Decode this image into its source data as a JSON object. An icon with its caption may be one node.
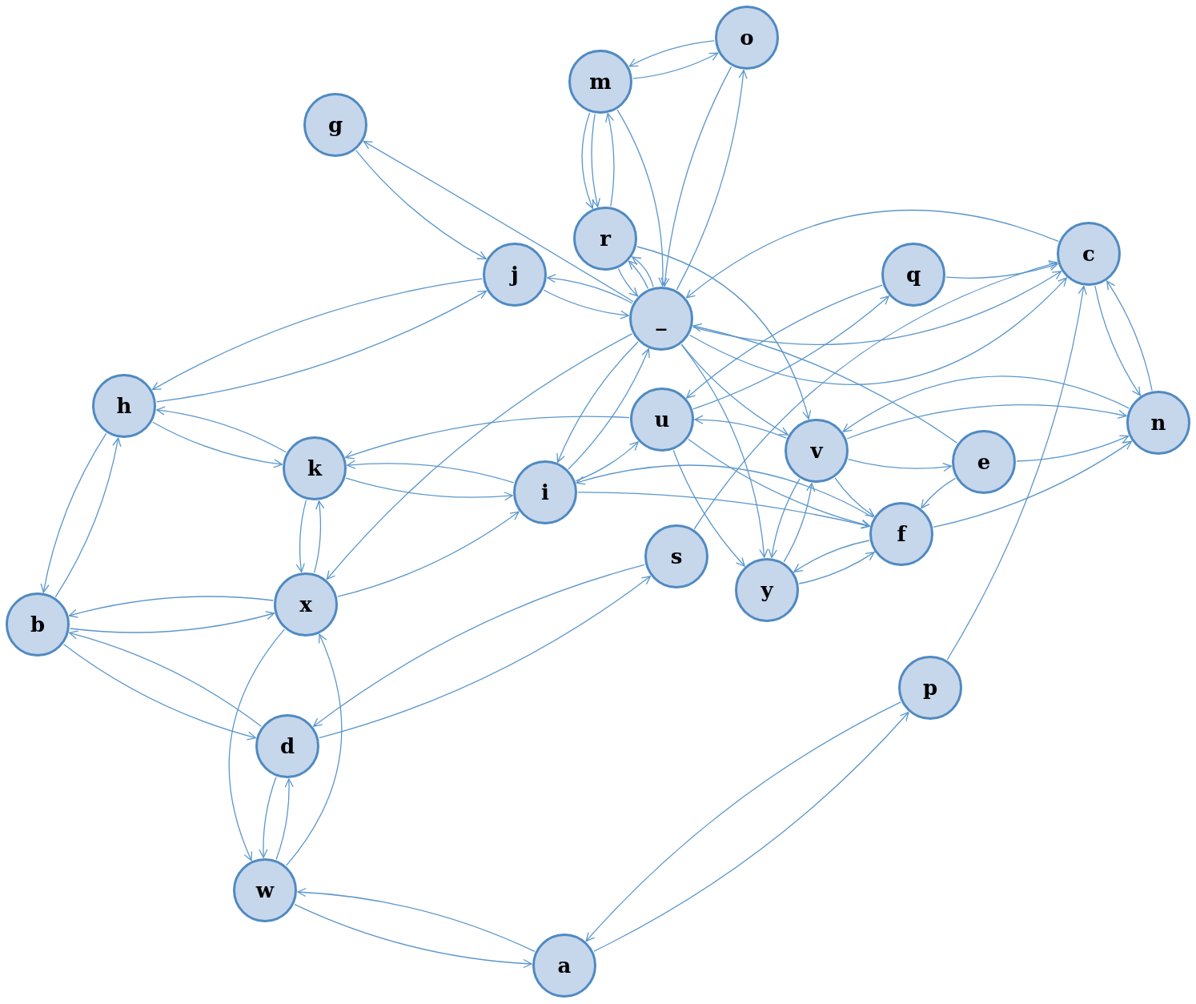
{
  "diagram": {
    "nodes": [
      {
        "text": [
          "o"
        ]
      },
      {
        "text": [
          "m"
        ]
      },
      {
        "text": [
          "g"
        ]
      },
      {
        "text": [
          "r"
        ]
      },
      {
        "text": [
          "j"
        ]
      },
      {
        "text": [
          "c"
        ]
      },
      {
        "text": [
          "q"
        ]
      },
      {
        "text": [
          "_"
        ]
      },
      {
        "text": [
          "h"
        ]
      },
      {
        "text": [
          "u"
        ]
      },
      {
        "text": [
          "n"
        ]
      },
      {
        "text": [
          "v"
        ]
      },
      {
        "text": [
          "e"
        ]
      },
      {
        "text": [
          "k"
        ]
      },
      {
        "text": [
          "i"
        ]
      },
      {
        "text": [
          "f"
        ]
      },
      {
        "text": [
          "s"
        ]
      },
      {
        "text": [
          "y"
        ]
      },
      {
        "text": [
          "b"
        ]
      },
      {
        "text": [
          "x"
        ]
      },
      {
        "text": [
          "p"
        ]
      },
      {
        "text": [
          "d"
        ]
      },
      {
        "text": [
          "w"
        ]
      },
      {
        "text": [
          "a"
        ]
      }
    ],
    "edges": [
      {
        "from": 0,
        "to": 1,
        "arrow": "to"
      },
      {
        "from": 1,
        "to": 0,
        "arrow": "to"
      },
      {
        "from": 1,
        "to": 3,
        "arrow": "to"
      },
      {
        "from": 1,
        "to": 3,
        "arrow": "to"
      },
      {
        "from": 3,
        "to": 1,
        "arrow": "to"
      },
      {
        "from": 1,
        "to": 7,
        "arrow": "to"
      },
      {
        "from": 0,
        "to": 7,
        "arrow": "to"
      },
      {
        "from": 7,
        "to": 0,
        "arrow": "to"
      },
      {
        "from": 2,
        "to": 4,
        "arrow": "to"
      },
      {
        "from": 7,
        "to": 2,
        "arrow": "to"
      },
      {
        "from": 4,
        "to": 8,
        "arrow": "to"
      },
      {
        "from": 8,
        "to": 4,
        "arrow": "to"
      },
      {
        "from": 4,
        "to": 7,
        "arrow": "to"
      },
      {
        "from": 7,
        "to": 4,
        "arrow": "to"
      },
      {
        "from": 3,
        "to": 7,
        "arrow": "to"
      },
      {
        "from": 7,
        "to": 3,
        "arrow": "to"
      },
      {
        "from": 7,
        "to": 3,
        "arrow": "to"
      },
      {
        "from": 3,
        "to": 11,
        "arrow": "to"
      },
      {
        "from": 7,
        "to": 5,
        "arrow": "to"
      },
      {
        "from": 5,
        "to": 7,
        "arrow": "to"
      },
      {
        "from": 7,
        "to": 5,
        "arrow": "to"
      },
      {
        "from": 6,
        "to": 5,
        "arrow": "to"
      },
      {
        "from": 6,
        "to": 9,
        "arrow": "to"
      },
      {
        "from": 9,
        "to": 6,
        "arrow": "to"
      },
      {
        "from": 5,
        "to": 10,
        "arrow": "to"
      },
      {
        "from": 10,
        "to": 5,
        "arrow": "to"
      },
      {
        "from": 20,
        "to": 5,
        "arrow": "to"
      },
      {
        "from": 16,
        "to": 5,
        "arrow": "to"
      },
      {
        "from": 12,
        "to": 7,
        "arrow": "to"
      },
      {
        "from": 10,
        "to": 11,
        "arrow": "to"
      },
      {
        "from": 11,
        "to": 12,
        "arrow": "to"
      },
      {
        "from": 12,
        "to": 10,
        "arrow": "to"
      },
      {
        "from": 11,
        "to": 10,
        "arrow": "to"
      },
      {
        "from": 15,
        "to": 10,
        "arrow": "to"
      },
      {
        "from": 12,
        "to": 15,
        "arrow": "to"
      },
      {
        "from": 7,
        "to": 11,
        "arrow": "to"
      },
      {
        "from": 11,
        "to": 9,
        "arrow": "to"
      },
      {
        "from": 9,
        "to": 15,
        "arrow": "to"
      },
      {
        "from": 7,
        "to": 17,
        "arrow": "to"
      },
      {
        "from": 9,
        "to": 17,
        "arrow": "to"
      },
      {
        "from": 11,
        "to": 15,
        "arrow": "to"
      },
      {
        "from": 15,
        "to": 14,
        "arrow": "to"
      },
      {
        "from": 14,
        "to": 15,
        "arrow": "to"
      },
      {
        "from": 9,
        "to": 13,
        "arrow": "to"
      },
      {
        "from": 13,
        "to": 14,
        "arrow": "to"
      },
      {
        "from": 14,
        "to": 13,
        "arrow": "to"
      },
      {
        "from": 14,
        "to": 7,
        "arrow": "to"
      },
      {
        "from": 7,
        "to": 14,
        "arrow": "to"
      },
      {
        "from": 14,
        "to": 9,
        "arrow": "to"
      },
      {
        "from": 7,
        "to": 19,
        "arrow": "to"
      },
      {
        "from": 19,
        "to": 14,
        "arrow": "to"
      },
      {
        "from": 8,
        "to": 13,
        "arrow": "to"
      },
      {
        "from": 13,
        "to": 8,
        "arrow": "to"
      },
      {
        "from": 8,
        "to": 18,
        "arrow": "to"
      },
      {
        "from": 18,
        "to": 8,
        "arrow": "to"
      },
      {
        "from": 13,
        "to": 19,
        "arrow": "to"
      },
      {
        "from": 19,
        "to": 13,
        "arrow": "to"
      },
      {
        "from": 19,
        "to": 18,
        "arrow": "to"
      },
      {
        "from": 18,
        "to": 19,
        "arrow": "to"
      },
      {
        "from": 21,
        "to": 18,
        "arrow": "to"
      },
      {
        "from": 18,
        "to": 21,
        "arrow": "to"
      },
      {
        "from": 21,
        "to": 16,
        "arrow": "to"
      },
      {
        "from": 16,
        "to": 21,
        "arrow": "to"
      },
      {
        "from": 19,
        "to": 22,
        "arrow": "to"
      },
      {
        "from": 22,
        "to": 19,
        "arrow": "to"
      },
      {
        "from": 21,
        "to": 22,
        "arrow": "to"
      },
      {
        "from": 22,
        "to": 21,
        "arrow": "to"
      },
      {
        "from": 22,
        "to": 23,
        "arrow": "to"
      },
      {
        "from": 23,
        "to": 22,
        "arrow": "to"
      },
      {
        "from": 23,
        "to": 20,
        "arrow": "to"
      },
      {
        "from": 20,
        "to": 23,
        "arrow": "to"
      },
      {
        "from": 11,
        "to": 17,
        "arrow": "to"
      },
      {
        "from": 17,
        "to": 11,
        "arrow": "to"
      },
      {
        "from": 17,
        "to": 15,
        "arrow": "to"
      },
      {
        "from": 15,
        "to": 17,
        "arrow": "to"
      }
    ]
  }
}
